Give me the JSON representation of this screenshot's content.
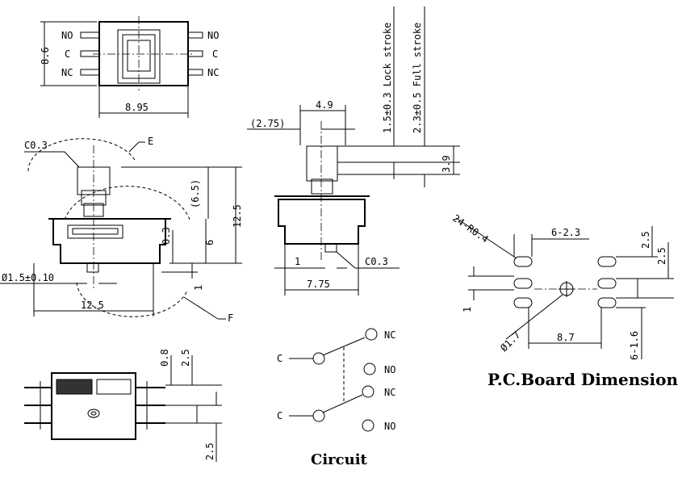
{
  "top_view": {
    "no_left": "NO",
    "c_left": "C",
    "nc_left": "NC",
    "no_right": "NO",
    "c_right": "C",
    "nc_right": "NC",
    "height": "8.6",
    "width": "8.95"
  },
  "side_view": {
    "chamfer": "C0.3",
    "detail_e": "E",
    "dim_65": "(6.5)",
    "dim_125v": "12.5",
    "dim_03": "0.3",
    "dim_6": "6",
    "dim_1": "1",
    "pin_dia": "Ø1.5±0.10",
    "dim_125h": "12.5",
    "detail_f": "F"
  },
  "front_view": {
    "dim_275": "(2.75)",
    "dim_49": "4.9",
    "lock_stroke": "1.5±0.3 Lock stroke",
    "full_stroke": "2.3±0.5 Full stroke",
    "dim_39": "3.9",
    "dim_1": "1",
    "chamfer": "C0.3",
    "dim_775": "7.75"
  },
  "pcb": {
    "radius": "24-R0.4",
    "slots": "6-2.3",
    "dim_25a": "2.5",
    "dim_25b": "2.5",
    "dim_1": "1",
    "hole": "Ø1.7",
    "dim_87": "8.7",
    "dim_16": "6-1.6",
    "title": "P.C.Board Dimension"
  },
  "bottom_view": {
    "dim_08": "0.8",
    "dim_25a": "2.5",
    "dim_25b": "2.5"
  },
  "circuit": {
    "nc1": "NC",
    "no1": "NO",
    "nc2": "NC",
    "no2": "NO",
    "c1": "C",
    "c2": "C",
    "title": "Circuit"
  }
}
